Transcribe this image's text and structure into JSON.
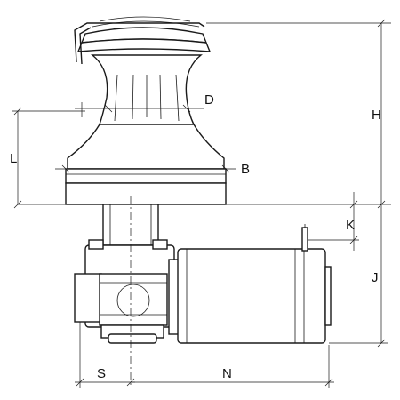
{
  "dimensions": {
    "D": "D",
    "B": "B",
    "L": "L",
    "H": "H",
    "K": "K",
    "J": "J",
    "S": "S",
    "N": "N"
  }
}
